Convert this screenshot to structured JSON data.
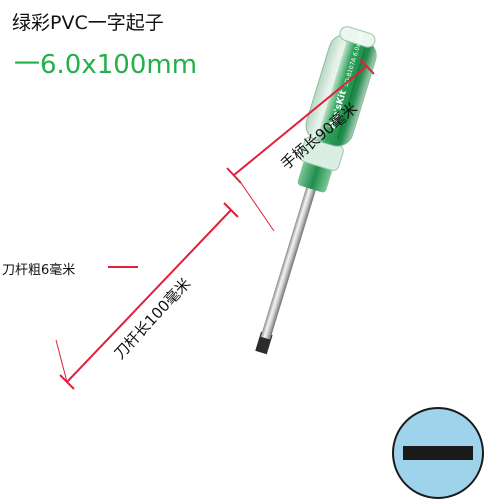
{
  "product": {
    "title": "绿彩PVC一字起子",
    "spec": "一6.0x100mm"
  },
  "annotations": {
    "handle_length": "手柄长90毫米",
    "shaft_thickness": "刀杆粗6毫米",
    "shaft_length": "刀杆长100毫米"
  },
  "handle_print": {
    "brand": "Pro'sKit",
    "model": "SD-8107A",
    "size": "6.0x100"
  },
  "colors": {
    "accent_green": "#21b04b",
    "handle_green": "#2fa35c",
    "dimension_red": "#e0203c",
    "badge_blue": "#9fd3ec"
  },
  "icons": {
    "slot_symbol": "flat-slot-icon"
  }
}
